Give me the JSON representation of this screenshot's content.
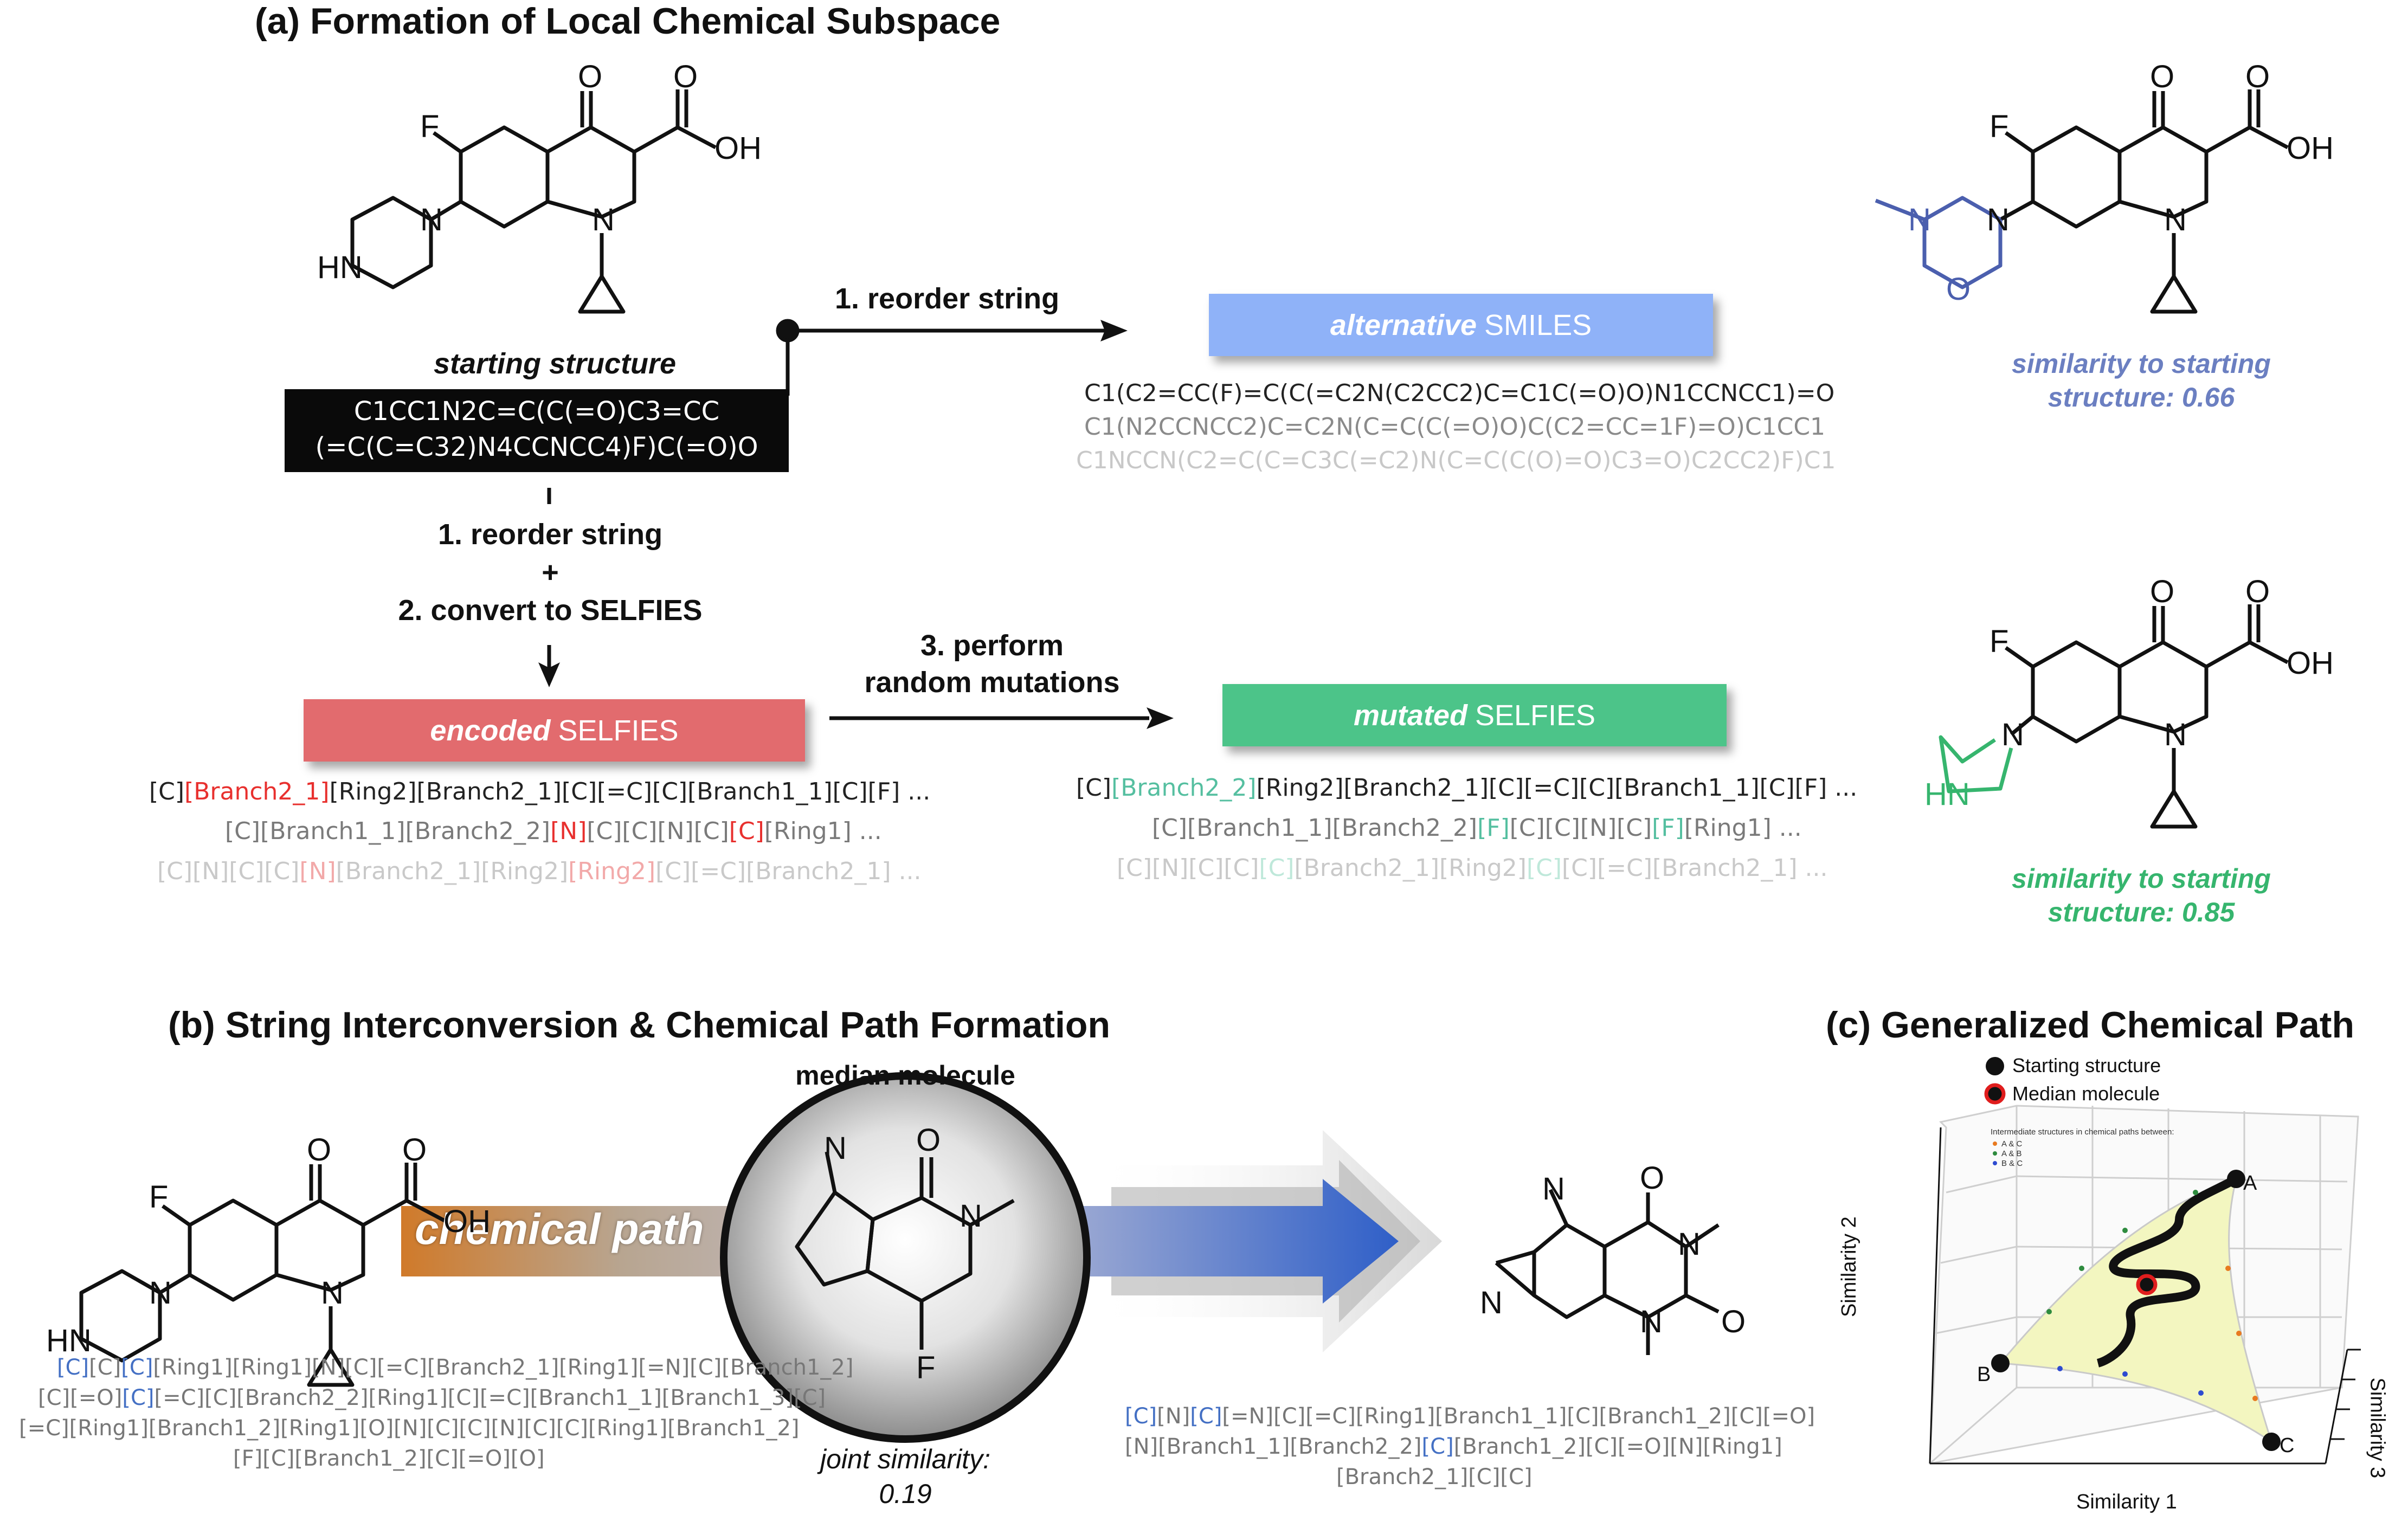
{
  "panel_a": {
    "title": "(a) Formation of Local Chemical Subspace",
    "starting_label": "starting structure",
    "start_smiles_line1": "C1CC1N2C=C(C(=O)C3=CC",
    "start_smiles_line2": "(=C(C=C32)N4CCNCC4)F)C(=O)O",
    "step_reorder_right": "1. reorder string",
    "alt_pill_italic": "alternative",
    "alt_pill_rest": "SMILES",
    "alt_smiles": [
      "C1(C2=CC(F)=C(C(=C2N(C2CC2)C=C1C(=O)O)N1CCNCC1)=O",
      "C1(N2CCNCC2)C=C2N(C=C(C(=O)O)C(C2=CC=1F)=O)C1CC1",
      "C1NCCN(C2=C(C=C3C(=C2)N(C=C(C(O)=O)C3=O)C2CC2)F)C1"
    ],
    "step_down_1": "1. reorder string",
    "step_down_plus": "+",
    "step_down_2": "2. convert to SELFIES",
    "enc_pill_italic": "encoded",
    "enc_pill_rest": "SELFIES",
    "step_mutate_1": "3. perform",
    "step_mutate_2": "random mutations",
    "mut_pill_italic": "mutated",
    "mut_pill_rest": "SELFIES",
    "enc_selfies": {
      "l1a": "[C]",
      "l1b": "[Branch2_1]",
      "l1c": "[Ring2][Branch2_1][C][=C][C][Branch1_1][C][F] ...",
      "l2a": "[C][Branch1_1][Branch2_2]",
      "l2b": "[N]",
      "l2c": "[C][C][N][C]",
      "l2d": "[C]",
      "l2e": "[Ring1] ...",
      "l3a": "[C][N][C][C]",
      "l3b": "[N]",
      "l3c": "[Branch2_1][Ring2]",
      "l3d": "[Ring2]",
      "l3e": "[C][=C][Branch2_1] ..."
    },
    "mut_selfies": {
      "l1a": "[C]",
      "l1b": "[Branch2_2]",
      "l1c": "[Ring2][Branch2_1][C][=C][C][Branch1_1][C][F] ...",
      "l2a": "[C][Branch1_1][Branch2_2]",
      "l2b": "[F]",
      "l2c": "[C][C][N][C]",
      "l2d": "[F]",
      "l2e": "[Ring1] ...",
      "l3a": "[C][N][C][C]",
      "l3b": "[C]",
      "l3c": "[Branch2_1][Ring2]",
      "l3d": "[C]",
      "l3e": "[C][=C][Branch2_1] ..."
    },
    "sim1_l1": "similarity to starting",
    "sim1_l2": "structure: 0.66",
    "sim2_l1": "similarity to starting",
    "sim2_l2": "structure: 0.85"
  },
  "panel_b": {
    "title": "(b) String Interconversion & Chemical Path Formation",
    "median_label": "median molecule",
    "path_label": "chemical path",
    "joint_l1": "joint similarity:",
    "joint_l2": "0.19",
    "left_selfies": {
      "l1a": "[C]",
      "l1b": "[C]",
      "l1c": "[C]",
      "l1d": "[Ring1][Ring1][N][C][=C][Branch2_1][Ring1][=N][C][Branch1_2]",
      "l2a": "[C][=O]",
      "l2b": "[C]",
      "l2c": "[=C][C][Branch2_2][Ring1][C][=C][Branch1_1][Branch1_3][C]",
      "l3": "[=C][Ring1][Branch1_2][Ring1][O][N][C][C][N][C][C][Ring1][Branch1_2]",
      "l4": "[F][C][Branch1_2][C][=O][O]"
    },
    "right_selfies": {
      "l1a": "[C]",
      "l1b": "[N]",
      "l1c": "[C]",
      "l1d": "[=N][C][=C][Ring1][Branch1_1][C][Branch1_2][C][=O]",
      "l2a": "[N][Branch1_1][Branch2_2]",
      "l2b": "[C]",
      "l2c": "[Branch1_2][C][=O][N][Ring1]",
      "l3": "[Branch2_1][C][C]"
    }
  },
  "panel_c": {
    "title": "(c) Generalized Chemical Path",
    "legend_start": "Starting structure",
    "legend_median": "Median molecule",
    "inner_legend_title": "Intermediate structures in chemical paths between:",
    "inner_legend_items": [
      "A & C",
      "A & B",
      "B & C"
    ],
    "axis_x": "Similarity 1",
    "axis_y": "Similarity 2",
    "axis_z": "Similarity 3",
    "point_a": "A",
    "point_b": "B",
    "point_c": "C"
  },
  "atoms": {
    "F": "F",
    "O": "O",
    "OH": "OH",
    "N": "N",
    "HN": "HN"
  },
  "colors": {
    "alt_pill": "#8fb2f8",
    "enc_pill": "#e26b6e",
    "mut_pill": "#4cc489",
    "sim_blue": "#6b7fc1",
    "sim_green": "#36b56e",
    "enc_red": "#e8302e",
    "mut_teal": "#55bfa0",
    "selfies_blue": "#4470c4",
    "surface": "#f5f7c8"
  }
}
